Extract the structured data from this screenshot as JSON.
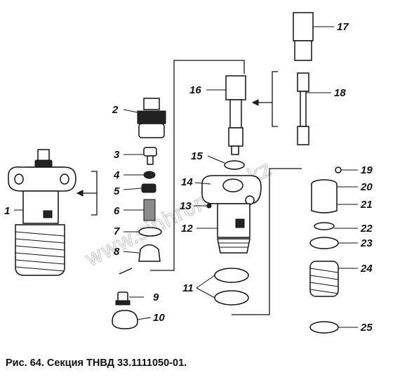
{
  "caption": "Рис. 64. Секция ТНВД 33.1111050-01.",
  "watermark": "www.sinhron-too.kz",
  "callouts": [
    "1",
    "2",
    "3",
    "4",
    "5",
    "6",
    "7",
    "8",
    "9",
    "10",
    "11",
    "12",
    "13",
    "14",
    "15",
    "16",
    "17",
    "18",
    "19",
    "20",
    "21",
    "22",
    "23",
    "24",
    "25"
  ]
}
